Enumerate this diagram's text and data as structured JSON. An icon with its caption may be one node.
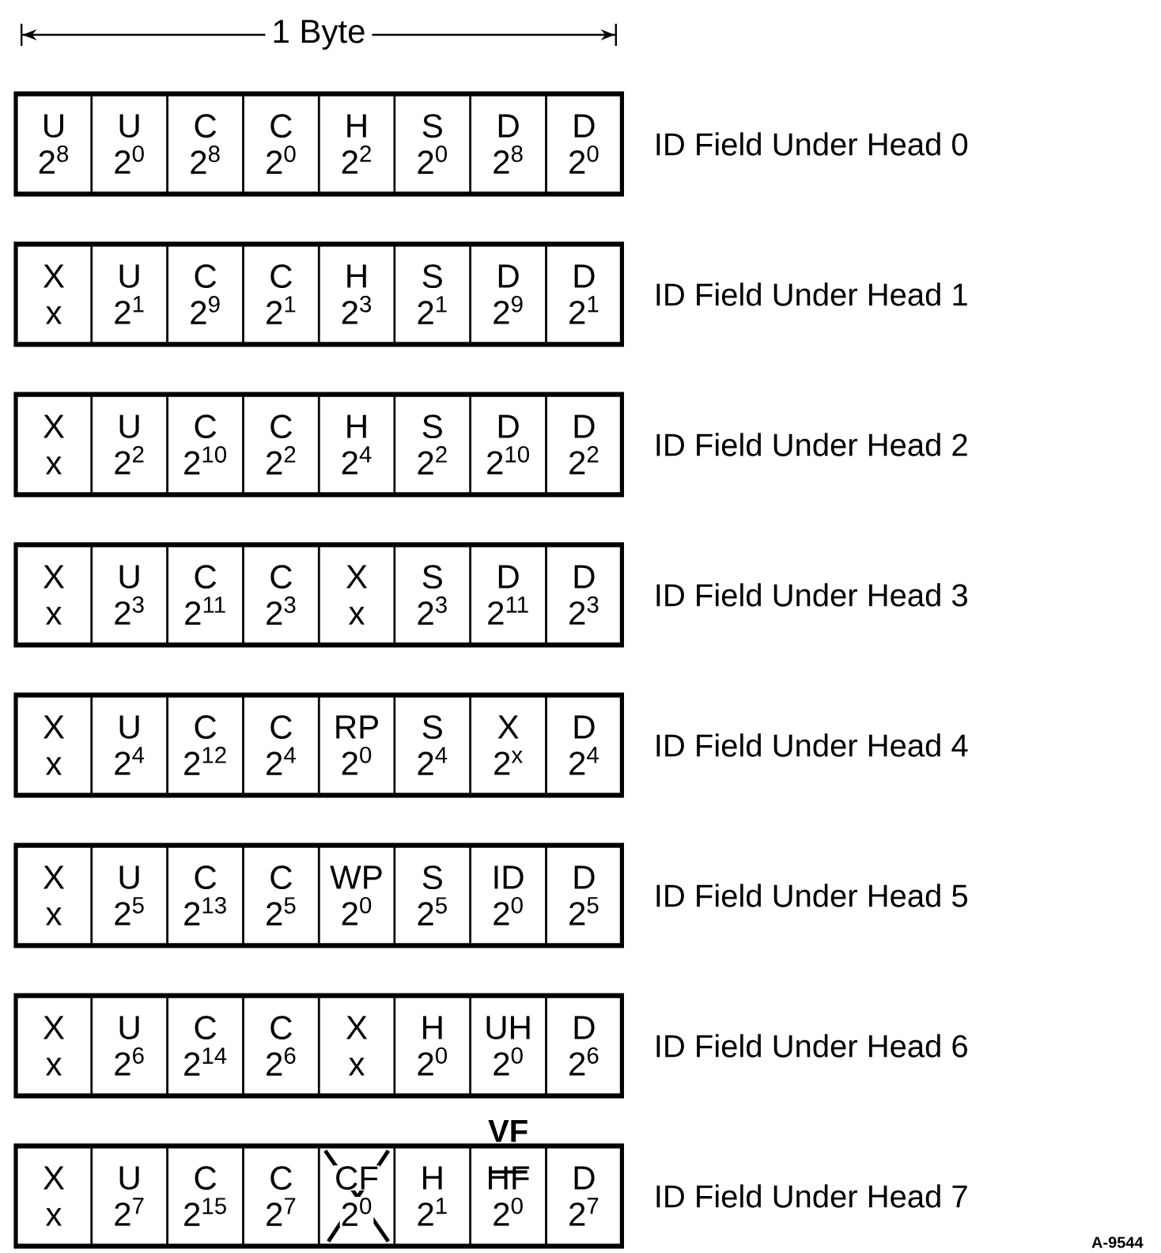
{
  "diagram": {
    "nodes": [
      {
        "text": [],
        "shape": "box",
        "beside": [
          "ID Field Under Head 0"
        ]
      },
      {
        "text": [
          "U",
          "2$^{8}$"
        ],
        "in": 0
      },
      {
        "text": [
          "U",
          "2$^{0}$"
        ],
        "in": 0
      },
      {
        "text": [
          "C",
          "2$^{8}$"
        ],
        "in": 0
      },
      {
        "text": [
          "C",
          "2$^{0}$"
        ],
        "in": 0
      },
      {
        "text": [
          "H",
          "2$^{2}$"
        ],
        "in": 0
      },
      {
        "text": [
          "S",
          "2$^{0}$"
        ],
        "in": 0
      },
      {
        "text": [
          "D",
          "2$^{8}$"
        ],
        "in": 0
      },
      {
        "text": [
          "D",
          "2$^{0}$"
        ],
        "in": 0
      },
      {
        "text": [],
        "shape": "box",
        "beside": [
          "ID Field Under Head 1"
        ]
      },
      {
        "text": [
          "X",
          "x"
        ],
        "in": 9
      },
      {
        "text": [
          "U",
          "2$^{1}$"
        ],
        "in": 9
      },
      {
        "text": [
          "C",
          "2$^{9}$"
        ],
        "in": 9
      },
      {
        "text": [
          "C",
          "2$^{1}$"
        ],
        "in": 9
      },
      {
        "text": [
          "H",
          "2$^{3}$"
        ],
        "in": 9
      },
      {
        "text": [
          "S",
          "2$^{1}$"
        ],
        "in": 9
      },
      {
        "text": [
          "D",
          "2$^{9}$"
        ],
        "in": 9
      },
      {
        "text": [
          "D",
          "2$^{1}$"
        ],
        "in": 9
      },
      {
        "text": [],
        "shape": "box",
        "beside": [
          "ID Field Under Head 2"
        ]
      },
      {
        "text": [
          "X",
          "x"
        ],
        "in": 18
      },
      {
        "text": [
          "U",
          "2$^{2}$"
        ],
        "in": 18
      },
      {
        "text": [
          "C",
          "2$^{10}$"
        ],
        "in": 18
      },
      {
        "text": [
          "C",
          "2$^{2}$"
        ],
        "in": 18
      },
      {
        "text": [
          "H",
          "2$^{4}$"
        ],
        "in": 18
      },
      {
        "text": [
          "S",
          "2$^{2}$"
        ],
        "in": 18
      },
      {
        "text": [
          "D",
          "2$^{10}$"
        ],
        "in": 18
      },
      {
        "text": [
          "D",
          "2$^{2}$"
        ],
        "in": 18
      },
      {
        "text": [],
        "shape": "box",
        "beside": [
          "ID Field Under Head 3"
        ]
      },
      {
        "text": [
          "X",
          "x"
        ],
        "in": 27
      },
      {
        "text": [
          "U",
          "2$^{3}$"
        ],
        "in": 27
      },
      {
        "text": [
          "C",
          "2$^{11}$"
        ],
        "in": 27
      },
      {
        "text": [
          "C",
          "2$^{3}$"
        ],
        "in": 27
      },
      {
        "text": [
          "X",
          "x"
        ],
        "in": 27
      },
      {
        "text": [
          "S",
          "2$^{3}$"
        ],
        "in": 27
      },
      {
        "text": [
          "D",
          "2$^{11}$"
        ],
        "in": 27
      },
      {
        "text": [
          "D",
          "2$^{3}$"
        ],
        "in": 27
      },
      {
        "text": [],
        "shape": "box",
        "beside": [
          "ID Field Under Head 4"
        ]
      },
      {
        "text": [
          "X",
          "x"
        ],
        "in": 36
      },
      {
        "text": [
          "U",
          "2$^{4}$"
        ],
        "in": 36
      },
      {
        "text": [
          "C",
          "2$^{12}$"
        ],
        "in": 36
      },
      {
        "text": [
          "C",
          "2$^{4}$"
        ],
        "in": 36
      },
      {
        "text": [
          "RP",
          "2$^{0}$"
        ],
        "in": 36
      },
      {
        "text": [
          "S",
          "2$^{4}$"
        ],
        "in": 36
      },
      {
        "text": [
          "X",
          "2$^{x}$"
        ],
        "in": 36
      },
      {
        "text": [
          "D",
          "2$^{4}$"
        ],
        "in": 36
      },
      {
        "text": [],
        "shape": "box",
        "beside": [
          "ID Field Under Head 5"
        ]
      },
      {
        "text": [
          "X",
          "x"
        ],
        "in": 45
      },
      {
        "text": [
          "U",
          "2$^{5}$"
        ],
        "in": 45
      },
      {
        "text": [
          "C",
          "2$^{13}$"
        ],
        "in": 45
      },
      {
        "text": [
          "C",
          "2$^{5}$"
        ],
        "in": 45
      },
      {
        "text": [
          "WP",
          "2$^{0}$"
        ],
        "in": 45
      },
      {
        "text": [
          "S",
          "2$^{5}$"
        ],
        "in": 45
      },
      {
        "text": [
          "ID",
          "2$^{0}$"
        ],
        "in": 45
      },
      {
        "text": [
          "D",
          "2$^{5}$"
        ],
        "in": 45
      },
      {
        "text": [],
        "shape": "box",
        "beside": [
          "ID Field Under Head 6"
        ]
      },
      {
        "text": [
          "X",
          "x"
        ],
        "in": 54
      },
      {
        "text": [
          "U",
          "2$^{6}$"
        ],
        "in": 54
      },
      {
        "text": [
          "C",
          "2$^{14}$"
        ],
        "in": 54
      },
      {
        "text": [
          "C",
          "2$^{6}$"
        ],
        "in": 54
      },
      {
        "text": [
          "X",
          "x"
        ],
        "in": 54
      },
      {
        "text": [
          "H",
          "2$^{0}$"
        ],
        "in": 54
      },
      {
        "text": [
          "UH",
          "2$^{0}$"
        ],
        "in": 54
      },
      {
        "text": [
          "D",
          "2$^{6}$"
        ],
        "in": 54
      },
      {
        "text": [],
        "shape": "box",
        "beside": [
          "ID Field Under Head 7"
        ]
      },
      {
        "text": [
          "X",
          "x"
        ],
        "in": 63
      },
      {
        "text": [
          "U",
          "2$^{7}$"
        ],
        "in": 63
      },
      {
        "text": [
          "C",
          "2$^{15}$"
        ],
        "in": 63
      },
      {
        "text": [
          "C",
          "2$^{7}$"
        ],
        "in": 63
      },
      {
        "text": [
          "CF",
          "2$^{0}$"
        ],
        "in": 63
      },
      {
        "text": [
          "H",
          "2$^{1}$"
        ],
        "in": 63
      },
      {
        "text": [
          "HF",
          "2$^{0}$"
        ],
        "in": 63,
        "beside": [
          "VF"
        ]
      },
      {
        "text": [
          "D",
          "2$^{7}$"
        ],
        "in": 63
      }
    ],
    "labels": [
      "1 Byte",
      "A-9544"
    ]
  }
}
